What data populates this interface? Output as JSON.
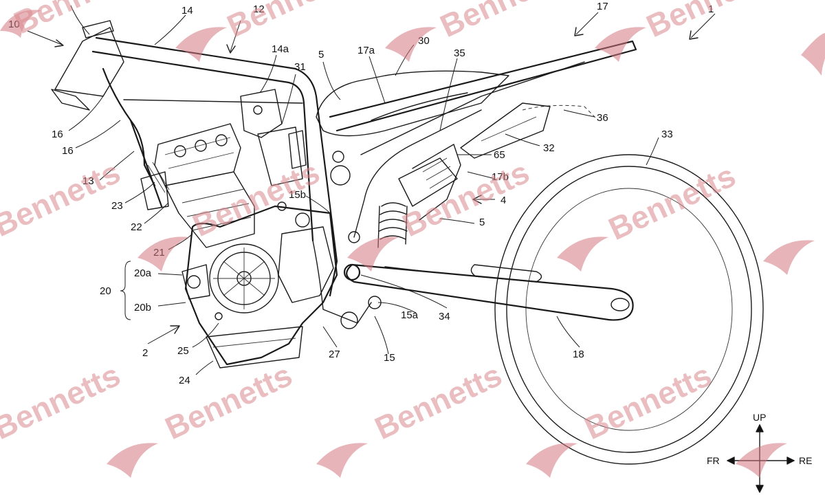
{
  "watermark": {
    "brand_text": "Bennetts",
    "color": "#d98a90",
    "logo_icon": "bennetts-swoosh-icon"
  },
  "labels": {
    "l1": "1",
    "l2": "2",
    "l4": "4",
    "l5a": "5",
    "l5b": "5",
    "l10": "10",
    "l12": "12",
    "l13": "13",
    "l14": "14",
    "l14a": "14a",
    "l15": "15",
    "l15a": "15a",
    "l15b": "15b",
    "l16a": "16",
    "l16b": "16",
    "l17": "17",
    "l17a": "17a",
    "l17b": "17b",
    "l18": "18",
    "l20": "20",
    "l20a": "20a",
    "l20b": "20b",
    "l21": "21",
    "l22": "22",
    "l23": "23",
    "l24": "24",
    "l25": "25",
    "l27": "27",
    "l30": "30",
    "l31": "31",
    "l32": "32",
    "l33": "33",
    "l34": "34",
    "l35": "35",
    "l36": "36",
    "l65": "65"
  },
  "directions": {
    "up": "UP",
    "front": "FR",
    "rear": "RE"
  }
}
